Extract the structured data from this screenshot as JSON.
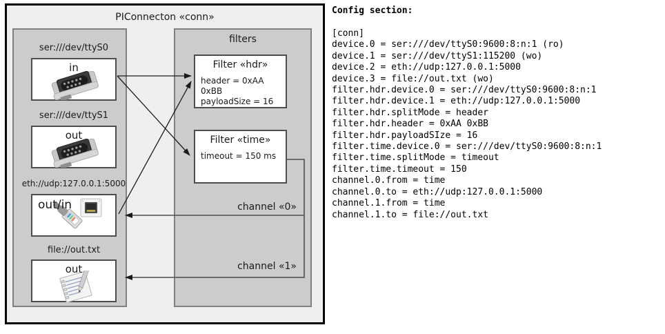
{
  "diagram": {
    "title": "PIConnecton «conn»",
    "devices_panel": {
      "name": "devices-panel",
      "items": [
        {
          "label": "ser:///dev/ttyS0",
          "direction": "in",
          "icon": "serial-port-icon"
        },
        {
          "label": "ser:///dev/ttyS1",
          "direction": "out",
          "icon": "serial-port-icon"
        },
        {
          "label": "eth://udp:127.0.0.1:5000",
          "direction": "out/in",
          "icon": "ethernet-jack-icon"
        },
        {
          "label": "file://out.txt",
          "direction": "out",
          "icon": "text-file-icon"
        }
      ]
    },
    "filters_panel": {
      "title": "filters",
      "filters": [
        {
          "title": "Filter «hdr»",
          "attrs": [
            "header = 0xAA 0xBB",
            "payloadSize = 16"
          ]
        },
        {
          "title": "Filter «time»",
          "attrs": [
            "timeout = 150 ms"
          ]
        }
      ]
    },
    "channels": [
      {
        "label": "channel «0»"
      },
      {
        "label": "channel «1»"
      }
    ]
  },
  "config": {
    "heading": "Config section:",
    "text": "[conn]\ndevice.0 = ser:///dev/ttyS0:9600:8:n:1 (ro)\ndevice.1 = ser:///dev/ttyS1:115200 (wo)\ndevice.2 = eth://udp:127.0.0.1:5000\ndevice.3 = file://out.txt (wo)\nfilter.hdr.device.0 = ser:///dev/ttyS0:9600:8:n:1\nfilter.hdr.device.1 = eth://udp:127.0.0.1:5000\nfilter.hdr.splitMode = header\nfilter.hdr.header = 0xAA 0xBB\nfilter.hdr.payloadSIze = 16\nfilter.time.device.0 = ser:///dev/ttyS0:9600:8:n:1\nfilter.time.splitMode = timeout\nfilter.time.timeout = 150\nchannel.0.from = time\nchannel.0.to = eth://udp:127.0.0.1:5000\nchannel.1.from = time\nchannel.1.to = file://out.txt"
  },
  "colors": {
    "page_background": "#ffffff",
    "frame_background": "#efefef",
    "panel_background": "#cccccc",
    "panel_border": "#808080",
    "box_border": "#4d4d4d",
    "outer_border": "#000000",
    "text": "#1a1a1a",
    "arrow": "#1a1a1a"
  }
}
